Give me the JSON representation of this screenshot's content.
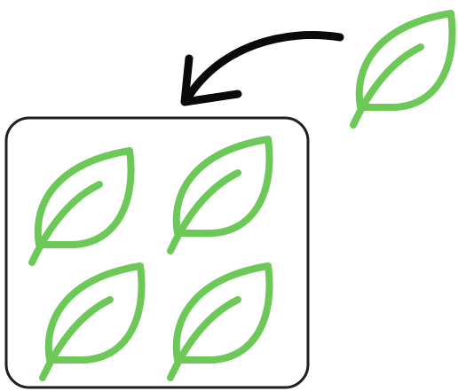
{
  "colors": {
    "leaf": "#6cc857",
    "container_border": "#1f1f1f",
    "arrow": "#0a0a0a",
    "background": "#ffffff"
  },
  "icons": {
    "leaf": "leaf-icon",
    "arrow": "curved-arrow-icon",
    "container": "rounded-box"
  },
  "diagram": {
    "loose_leaf_count": 1,
    "contained_leaf_count": 4
  }
}
